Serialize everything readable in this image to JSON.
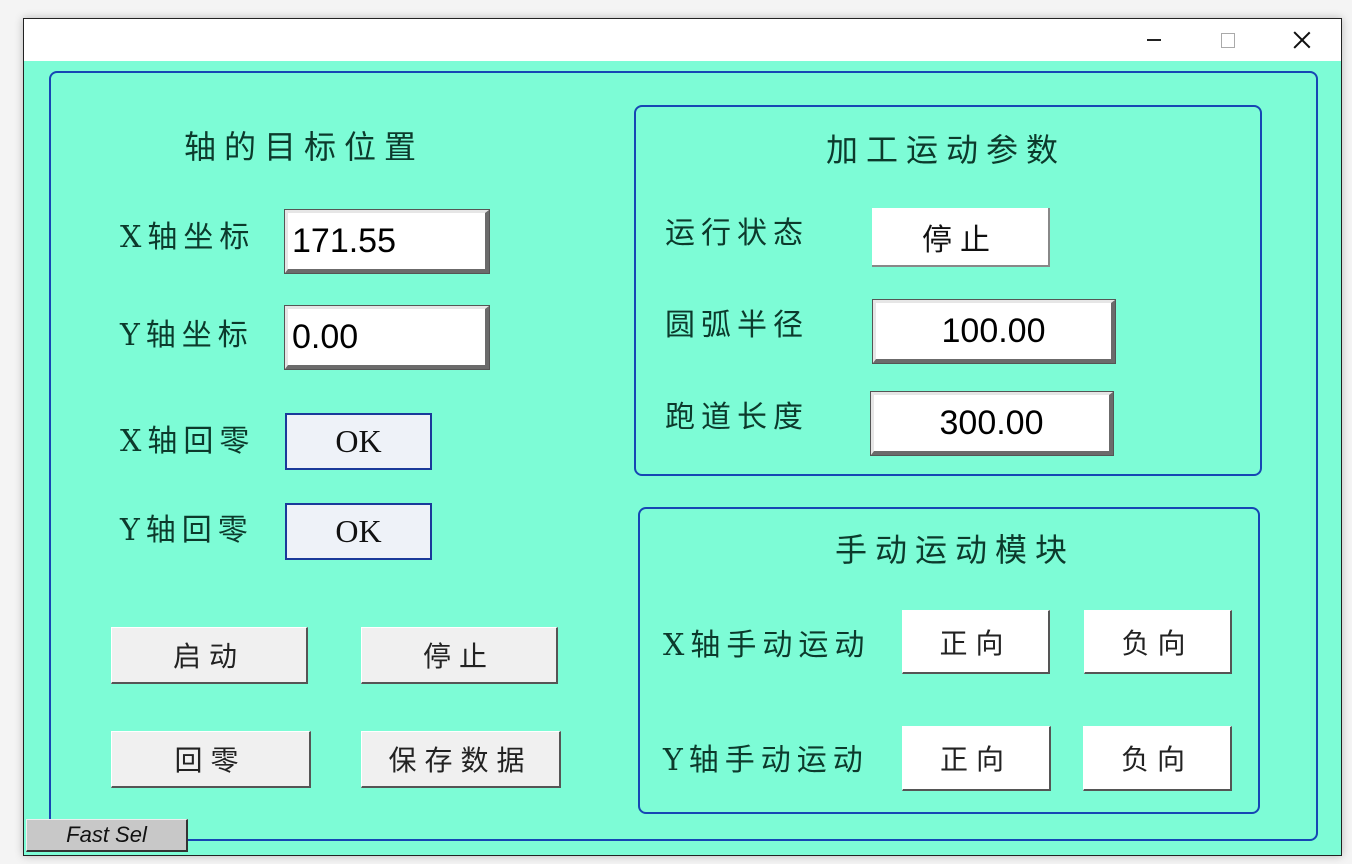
{
  "window": {
    "controls": {
      "minimize": "minimize",
      "maximize": "maximize",
      "close": "close"
    }
  },
  "target_position": {
    "title": "轴的目标位置",
    "x_coord": {
      "label": "X轴坐标",
      "value": "171.55"
    },
    "y_coord": {
      "label": "Y轴坐标",
      "value": "0.00"
    },
    "x_home": {
      "label": "X轴回零",
      "status": "OK"
    },
    "y_home": {
      "label": "Y轴回零",
      "status": "OK"
    }
  },
  "actions": {
    "start": "启动",
    "stop": "停止",
    "home": "回零",
    "save": "保存数据"
  },
  "process_params": {
    "title": "加工运动参数",
    "run_state": {
      "label": "运行状态",
      "value": "停止"
    },
    "arc_radius": {
      "label": "圆弧半径",
      "value": "100.00"
    },
    "track_length": {
      "label": "跑道长度",
      "value": "300.00"
    }
  },
  "manual_motion": {
    "title": "手动运动模块",
    "x_axis": {
      "label": "X轴手动运动",
      "forward": "正向",
      "reverse": "负向"
    },
    "y_axis": {
      "label": "Y轴手动运动",
      "forward": "正向",
      "reverse": "负向"
    }
  },
  "footer": {
    "fast_select": "Fast Sel"
  },
  "colors": {
    "background": "#7dfcd6",
    "frame_border": "#1646b4",
    "label_text": "#0c3a2c"
  }
}
